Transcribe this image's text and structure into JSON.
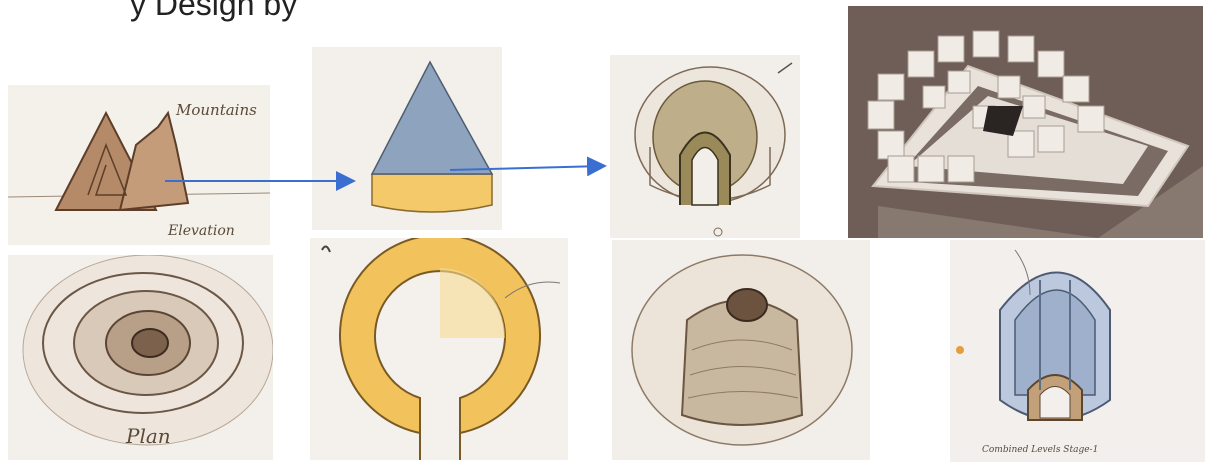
{
  "heading": "y Design by",
  "sketches": {
    "mountains_label": "Mountains",
    "elevation_label": "Elevation",
    "plan_label": "Plan",
    "stage_caption": "Combined Levels Stage-1"
  },
  "palette": {
    "arrow": "#3a6fd1",
    "pencil": "#6b4a2e",
    "blue_wash": "#8ea3bd",
    "yellow_wash": "#f4c96a",
    "model_bg": "#6e5e57",
    "model_white": "#ece6e0"
  }
}
